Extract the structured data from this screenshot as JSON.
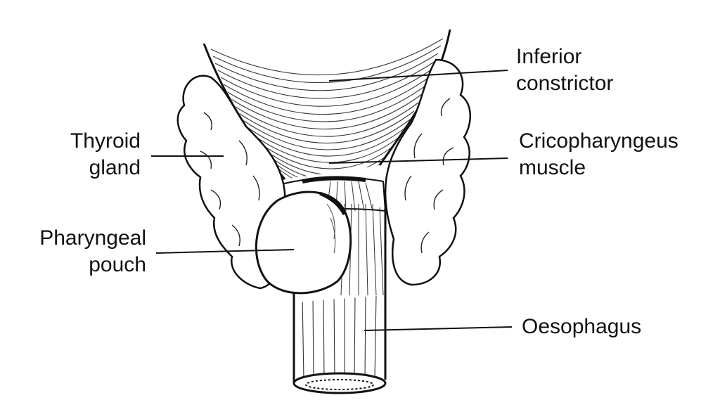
{
  "labels": {
    "inferior_constrictor": {
      "line1": "Inferior",
      "line2": "constrictor"
    },
    "cricopharyngeus": {
      "line1": "Cricopharyngeus",
      "line2": "muscle"
    },
    "thyroid": {
      "line1": "Thyroid",
      "line2": "gland"
    },
    "pouch": {
      "line1": "Pharyngeal",
      "line2": "pouch"
    },
    "oesophagus": {
      "line1": "Oesophagus"
    }
  },
  "colors": {
    "ink": "#111111",
    "paper": "#ffffff"
  }
}
